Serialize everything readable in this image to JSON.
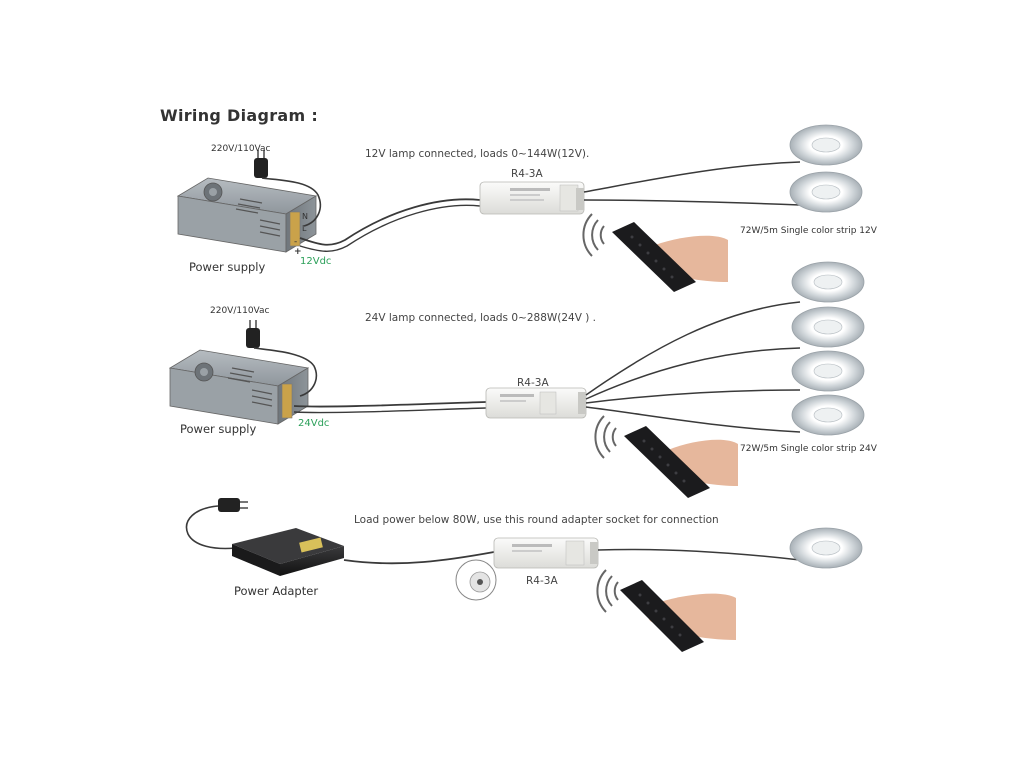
{
  "title": "Wiring Diagram :",
  "sections": [
    {
      "description": "12V lamp connected, loads 0~144W(12V).",
      "input_voltage": "220V/110Vac",
      "power_label": "Power supply",
      "output_voltage": "12Vdc",
      "controller_label": "R4-3A",
      "strip_label": "72W/5m   Single color strip  12V"
    },
    {
      "description": "24V lamp connected, loads 0~288W(24V ) .",
      "input_voltage": "220V/110Vac",
      "power_label": "Power supply",
      "output_voltage": "24Vdc",
      "controller_label": "R4-3A",
      "strip_label": "72W/5m   Single color strip  24V"
    },
    {
      "description": "Load power below 80W, use this round adapter socket for connection",
      "power_label": "Power Adapter",
      "controller_label": "R4-3A"
    }
  ],
  "terminal_labels": [
    "N",
    "L",
    "+",
    "-"
  ],
  "colors": {
    "wire": "#3a3a3a",
    "psu_body": "#8f969c",
    "controller": "#f2f2f0",
    "strip_outer": "#c9ced2",
    "remote": "#1b1b1d",
    "hand": "#e6b79c",
    "voltage_text": "#2ca05a"
  },
  "icons": [
    "power-supply-icon",
    "plug-icon",
    "controller-icon",
    "led-strip-reel-icon",
    "remote-icon",
    "hand-icon",
    "wireless-signal-icon",
    "power-adapter-icon",
    "round-socket-icon"
  ]
}
